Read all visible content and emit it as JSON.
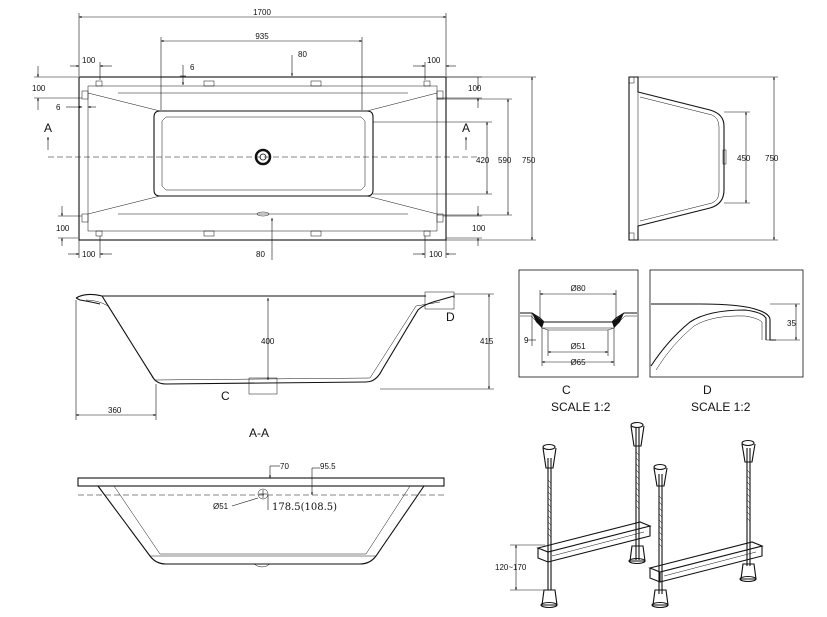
{
  "top_view": {
    "overall_width": "1700",
    "inner_width": "935",
    "drain_offset_top": "80",
    "drain_offset_bottom": "80",
    "edge_left_top": "100",
    "edge_right_top": "100",
    "edge_left_bottom": "100",
    "edge_right_bottom": "100",
    "side_top_left": "100",
    "side_bottom_left": "100",
    "side_top_right": "100",
    "side_bottom_right": "100",
    "gap_small_top": "6",
    "gap_small_left": "6",
    "inner_height": "420",
    "mid_height": "590",
    "overall_height": "750",
    "section_mark_left": "A",
    "section_mark_right": "A"
  },
  "side_view": {
    "inner_height": "450",
    "overall_height": "750"
  },
  "section_view": {
    "depth_inner": "400",
    "height_overall": "415",
    "bottom_offset": "360",
    "detail_c_label": "C",
    "detail_d_label": "D",
    "section_title": "A-A"
  },
  "detail_c": {
    "outer_diameter": "Ø80",
    "inner_diameter": "Ø51",
    "mid_diameter": "Ø65",
    "thickness": "9",
    "label": "C",
    "scale": "SCALE 1:2"
  },
  "detail_d": {
    "rim_height": "35",
    "label": "D",
    "scale": "SCALE 1:2"
  },
  "front_view": {
    "rim_offset": "70",
    "drain_offset": "95.5",
    "drain_diameter": "Ø51",
    "drain_height": "178.5(108.5)"
  },
  "legs": {
    "height_range": "120~170"
  }
}
